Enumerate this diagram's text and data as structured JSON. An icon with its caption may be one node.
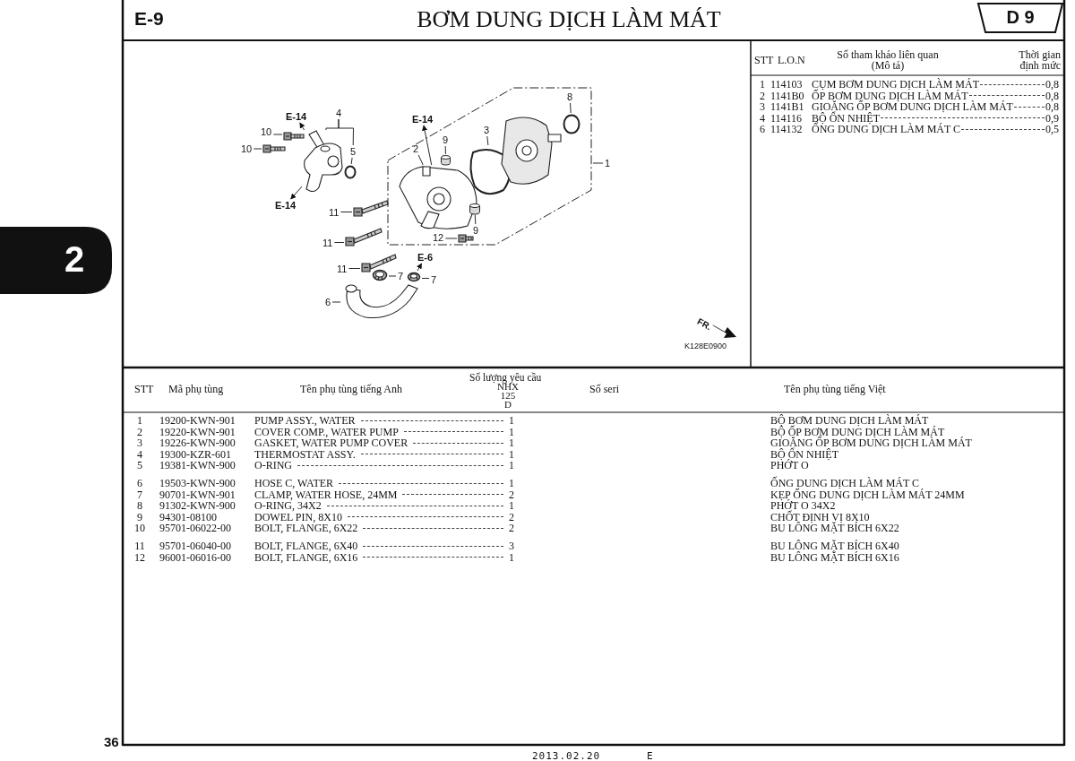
{
  "diagram": {
    "title": "BƠM DUNG DỊCH LÀM MÁT",
    "nodes": [
      {
        "text": [
          "4"
        ]
      },
      {
        "text": [
          "5"
        ]
      },
      {
        "text": [
          "10"
        ]
      },
      {
        "text": [
          "10"
        ]
      },
      {
        "text": [
          "E-14"
        ]
      },
      {
        "text": [
          "E-14"
        ]
      },
      {
        "text": [],
        "shape": "picture"
      },
      {
        "text": [],
        "shape": "circle"
      },
      {
        "text": [],
        "shape": "picture"
      },
      {
        "text": [],
        "shape": "picture"
      },
      {
        "text": [],
        "shape": "box"
      },
      {
        "text": [
          "E-14"
        ],
        "in": 10
      },
      {
        "text": [
          "9"
        ],
        "in": 10
      },
      {
        "text": [
          "2"
        ],
        "in": 10
      },
      {
        "text": [
          "3"
        ],
        "in": 10
      },
      {
        "text": [
          "8"
        ],
        "in": 10
      },
      {
        "text": [
          "9"
        ],
        "in": 10
      },
      {
        "text": [
          "12"
        ],
        "in": 10
      },
      {
        "text": [],
        "shape": "picture",
        "in": 10
      },
      {
        "text": [],
        "shape": "cylinder",
        "in": 10
      },
      {
        "text": [],
        "shape": "picture",
        "in": 10
      },
      {
        "text": [],
        "shape": "picture",
        "in": 10
      },
      {
        "text": [],
        "shape": "circle",
        "in": 10
      },
      {
        "text": [],
        "shape": "cylinder",
        "in": 10
      },
      {
        "text": [],
        "shape": "picture",
        "in": 10
      },
      {
        "text": [
          "1"
        ]
      },
      {
        "text": [
          "11"
        ]
      },
      {
        "text": [
          "11"
        ]
      },
      {
        "text": [
          "11"
        ]
      },
      {
        "text": [],
        "shape": "picture"
      },
      {
        "text": [],
        "shape": "picture"
      },
      {
        "text": [],
        "shape": "picture"
      },
      {
        "text": [
          "E-6"
        ]
      },
      {
        "text": [
          "7"
        ]
      },
      {
        "text": [
          "7"
        ]
      },
      {
        "text": [],
        "shape": "picture"
      },
      {
        "text": [],
        "shape": "picture"
      },
      {
        "text": [
          "6"
        ]
      },
      {
        "text": [],
        "shape": "picture"
      }
    ],
    "edges": [
      {
        "from": 0,
        "to": 6,
        "arrow": "none"
      },
      {
        "from": 0,
        "to": 1,
        "arrow": "none"
      },
      {
        "from": 1,
        "to": 7,
        "arrow": "none"
      },
      {
        "from": 2,
        "to": 8,
        "arrow": "none"
      },
      {
        "from": 3,
        "to": 9,
        "arrow": "none"
      },
      {
        "from": 6,
        "to": 4,
        "arrow": "to"
      },
      {
        "from": 6,
        "to": 5,
        "arrow": "to"
      },
      {
        "from": 18,
        "to": 11,
        "arrow": "to"
      },
      {
        "from": 12,
        "to": 19,
        "arrow": "none"
      },
      {
        "from": 13,
        "to": 18,
        "arrow": "none"
      },
      {
        "from": 14,
        "to": 20,
        "arrow": "none"
      },
      {
        "from": 15,
        "to": 22,
        "arrow": "none"
      },
      {
        "from": 16,
        "to": 23,
        "arrow": "none"
      },
      {
        "from": 17,
        "to": 24,
        "arrow": "none"
      },
      {
        "from": 25,
        "to": 10,
        "arrow": "none"
      },
      {
        "from": 26,
        "to": 29,
        "arrow": "none"
      },
      {
        "from": 27,
        "to": 30,
        "arrow": "none"
      },
      {
        "from": 28,
        "to": 31,
        "arrow": "none"
      },
      {
        "from": 36,
        "to": 32,
        "arrow": "to"
      },
      {
        "from": 33,
        "to": 35,
        "arrow": "none"
      },
      {
        "from": 34,
        "to": 36,
        "arrow": "none"
      },
      {
        "from": 37,
        "to": 38,
        "arrow": "none"
      }
    ],
    "labels": [
      "E-9",
      "D 9",
      "STT",
      "L.O.N",
      "Số tham khảo liên quan (Mô tả)",
      "Thời gian định mức",
      "1",
      "114103",
      "CỤM BƠM DUNG DỊCH LÀM MÁT",
      "0,8",
      "2",
      "1141B0",
      "ỐP BƠM DUNG DỊCH LÀM MÁT",
      "0,8",
      "3",
      "1141B1",
      "GIOĂNG ỐP BƠM DUNG DỊCH LÀM MÁT",
      "0,8",
      "4",
      "114116",
      "BỘ ỔN NHIỆT",
      "0,9",
      "6",
      "114132",
      "ỐNG DUNG DỊCH LÀM MÁT C",
      "0,5",
      "FR.",
      "K128E0900",
      "STT",
      "Mã phụ tùng",
      "Tên phụ tùng tiếng Anh",
      "Số lượng yêu cầu",
      "NHX 125 D",
      "Số seri",
      "Tên phụ tùng tiếng Việt",
      "1",
      "19200-KWN-901",
      "PUMP ASSY., WATER",
      "1",
      "BỘ BƠM DUNG DỊCH LÀM MÁT",
      "2",
      "19220-KWN-901",
      "COVER COMP., WATER PUMP",
      "1",
      "BỘ ỐP BƠM DUNG DỊCH LÀM MÁT",
      "3",
      "19226-KWN-900",
      "GASKET, WATER PUMP COVER",
      "1",
      "GIOĂNG ỐP BƠM DUNG DỊCH LÀM MÁT",
      "4",
      "19300-KZR-601",
      "THERMOSTAT ASSY.",
      "1",
      "BỘ ỔN NHIỆT",
      "5",
      "19381-KWN-900",
      "O-RING",
      "1",
      "PHỚT O",
      "6",
      "19503-KWN-900",
      "HOSE C, WATER",
      "1",
      "ỐNG DUNG DỊCH LÀM MÁT C",
      "7",
      "90701-KWN-901",
      "CLAMP, WATER HOSE, 24MM",
      "2",
      "KẸP ỐNG DUNG DỊCH LÀM MÁT 24MM",
      "8",
      "91302-KWN-900",
      "O-RING, 34X2",
      "1",
      "PHỚT O 34X2",
      "9",
      "94301-08100",
      "DOWEL PIN, 8X10",
      "2",
      "CHỐT ĐỊNH VỊ 8X10",
      "10",
      "95701-06022-00",
      "BOLT, FLANGE, 6X22",
      "2",
      "BU LÔNG MẶT BÍCH 6X22",
      "11",
      "95701-06040-00",
      "BOLT, FLANGE, 6X40",
      "3",
      "BU LÔNG MẶT BÍCH 6X40",
      "12",
      "96001-06016-00",
      "BOLT, FLANGE, 6X16",
      "1",
      "BU LÔNG MẶT BÍCH 6X16",
      "2",
      "36",
      "2013.02.20",
      "E"
    ]
  }
}
